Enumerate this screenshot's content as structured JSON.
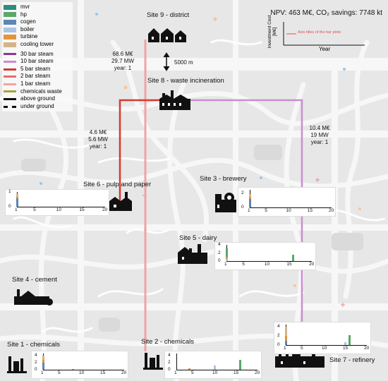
{
  "legend": {
    "technologies": [
      {
        "label": "mvr",
        "color": "#2e8b7f"
      },
      {
        "label": "hp",
        "color": "#5aa86a"
      },
      {
        "label": "cogen",
        "color": "#5b86b5"
      },
      {
        "label": "boiler",
        "color": "#a8c6e8"
      },
      {
        "label": "turbine",
        "color": "#e3953b"
      },
      {
        "label": "cooling tower",
        "color": "#d6b48a"
      }
    ],
    "steam": [
      {
        "label": "30 bar steam",
        "color": "#8a3a93"
      },
      {
        "label": "10 bar steam",
        "color": "#c98dd0"
      },
      {
        "label": "5 bar steam",
        "color": "#d23a35"
      },
      {
        "label": "2 bar steam",
        "color": "#e86a6a"
      },
      {
        "label": "1 bar steam",
        "color": "#f2a3a3"
      },
      {
        "label": "chemicals waste",
        "color": "#a9a338"
      }
    ],
    "lines": [
      {
        "label": "above ground",
        "style": "solid"
      },
      {
        "label": "under ground",
        "style": "dashed"
      }
    ]
  },
  "header": {
    "npv": "NPV: 463 M€, CO₂ savings: 7748 kt"
  },
  "axis_key": {
    "ylabel": "Investment Cost [M€]",
    "xlabel": "Year",
    "note": "Axis titles of the bar plots"
  },
  "scale": {
    "label": "5000 m"
  },
  "sites": {
    "s9": {
      "name": "Site 9 - district"
    },
    "s8": {
      "name": "Site 8 - waste incineration"
    },
    "s6": {
      "name": "Site 6 - pulp and paper"
    },
    "s3": {
      "name": "Site 3 - brewery"
    },
    "s5": {
      "name": "Site 5 - dairy"
    },
    "s4": {
      "name": "Site 4 - cement"
    },
    "s1": {
      "name": "Site 1 - chemicals"
    },
    "s2": {
      "name": "Site 2 - chemicals"
    },
    "s7": {
      "name": "Site 7 - refinery"
    }
  },
  "pipes": {
    "p1": {
      "cost": "68.6 M€",
      "power": "29.7 MW",
      "year": "year: 1"
    },
    "p2": {
      "cost": "4.6 M€",
      "power": "5.6 MW",
      "year": "year: 1"
    },
    "p3": {
      "cost": "10.4 M€",
      "power": "19 MW",
      "year": "year: 1"
    }
  },
  "chart_data": [
    {
      "type": "bar",
      "site": "Site 6",
      "xticks": [
        "1",
        "5",
        "10",
        "15",
        "20"
      ],
      "yticks": [
        "0",
        "1"
      ],
      "ylim": [
        0,
        1
      ],
      "bars": [
        {
          "year": 1,
          "stack": [
            {
              "tech": "cogen",
              "value": 0.55
            },
            {
              "tech": "turbine",
              "value": 0.1
            },
            {
              "tech": "cooling tower",
              "value": 0.25
            }
          ]
        }
      ]
    },
    {
      "type": "bar",
      "site": "Site 3",
      "xticks": [
        "1",
        "5",
        "10",
        "15",
        "20"
      ],
      "yticks": [
        "0",
        "2"
      ],
      "ylim": [
        0,
        2.5
      ],
      "bars": [
        {
          "year": 1,
          "stack": [
            {
              "tech": "cogen",
              "value": 1.2
            },
            {
              "tech": "turbine",
              "value": 0.3
            },
            {
              "tech": "cooling tower",
              "value": 0.4
            }
          ]
        }
      ]
    },
    {
      "type": "bar",
      "site": "Site 5",
      "xticks": [
        "1",
        "5",
        "10",
        "15",
        "20"
      ],
      "yticks": [
        "0",
        "2",
        "4"
      ],
      "ylim": [
        0,
        4
      ],
      "bars": [
        {
          "year": 1,
          "stack": [
            {
              "tech": "boiler",
              "value": 0.5
            },
            {
              "tech": "turbine",
              "value": 0.6
            },
            {
              "tech": "hp",
              "value": 2.0
            }
          ]
        },
        {
          "year": 16,
          "stack": [
            {
              "tech": "hp",
              "value": 1.5
            }
          ]
        }
      ]
    },
    {
      "type": "bar",
      "site": "Site 7",
      "xticks": [
        "1",
        "5",
        "10",
        "15",
        "20"
      ],
      "yticks": [
        "0",
        "2",
        "4"
      ],
      "ylim": [
        0,
        4.5
      ],
      "bars": [
        {
          "year": 1,
          "stack": [
            {
              "tech": "cogen",
              "value": 1.0
            },
            {
              "tech": "turbine",
              "value": 1.0
            },
            {
              "tech": "cooling tower",
              "value": 2.0
            }
          ]
        },
        {
          "year": 15,
          "stack": [
            {
              "tech": "boiler",
              "value": 0.6
            }
          ]
        },
        {
          "year": 16,
          "stack": [
            {
              "tech": "hp",
              "value": 2.2
            }
          ]
        }
      ]
    },
    {
      "type": "bar",
      "site": "Site 1",
      "xticks": [
        "1",
        "5",
        "10",
        "15",
        "20"
      ],
      "yticks": [
        "0",
        "2",
        "4"
      ],
      "ylim": [
        0,
        4.5
      ],
      "bars": [
        {
          "year": 1,
          "stack": [
            {
              "tech": "cogen",
              "value": 2.0
            },
            {
              "tech": "turbine",
              "value": 0.8
            },
            {
              "tech": "cooling tower",
              "value": 1.2
            }
          ]
        },
        {
          "year": 8,
          "stack": [
            {
              "tech": "turbine",
              "value": 0.2
            }
          ]
        }
      ]
    },
    {
      "type": "bar",
      "site": "Site 2",
      "xticks": [
        "1",
        "5",
        "10",
        "15",
        "20"
      ],
      "yticks": [
        "0",
        "2",
        "4"
      ],
      "ylim": [
        0,
        4.5
      ],
      "bars": [
        {
          "year": 4,
          "stack": [
            {
              "tech": "turbine",
              "value": 0.3
            }
          ]
        },
        {
          "year": 10,
          "stack": [
            {
              "tech": "boiler",
              "value": 1.2
            }
          ]
        },
        {
          "year": 16,
          "stack": [
            {
              "tech": "hp",
              "value": 2.8
            }
          ]
        }
      ]
    }
  ]
}
